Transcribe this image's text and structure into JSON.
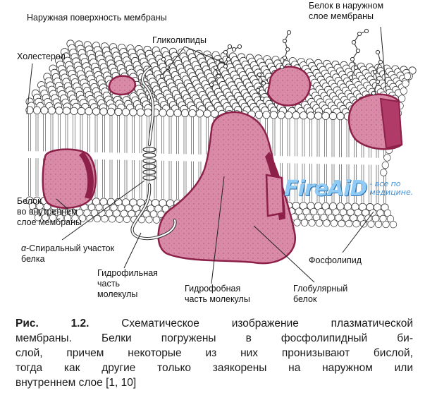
{
  "labels": {
    "outer_surface": "Наружная поверхность мембраны",
    "outer_protein": [
      "Белок в наружном",
      "слое мембраны"
    ],
    "glycolipids": "Гликолипиды",
    "cholesterol": "Холестерол",
    "inner_protein": [
      "Белок",
      "во внутреннем",
      "слое мембраны"
    ],
    "alpha_helix_prefix": "α",
    "alpha_helix": [
      "-Спиральный участок",
      "белка"
    ],
    "hydrophilic": [
      "Гидрофильная",
      "часть",
      "молекулы"
    ],
    "hydrophobic": [
      "Гидрофобная",
      "часть молекулы"
    ],
    "globular": [
      "Глобулярный",
      "белок"
    ],
    "phospholipid": "Фосфолипид"
  },
  "watermark": {
    "brand": "FireAiD",
    "tagline": "- все по\nмедицине."
  },
  "caption": {
    "prefix": "Рис. 1.2.",
    "lines": [
      " Схематическое изображение плазматической",
      "мембраны. Белки погружены в фосфолипидный би-",
      "слой, причем некоторые из них пронизывают бислой,",
      "тогда как другие только заякорены на наружном или",
      "внутреннем слое [1, 10]"
    ]
  },
  "colors": {
    "protein_fill": "#d98aa6",
    "protein_dark": "#8c2048",
    "protein_outer": "#b03a68",
    "bead_fill": "#ffffff",
    "bead_stroke": "#333333"
  }
}
